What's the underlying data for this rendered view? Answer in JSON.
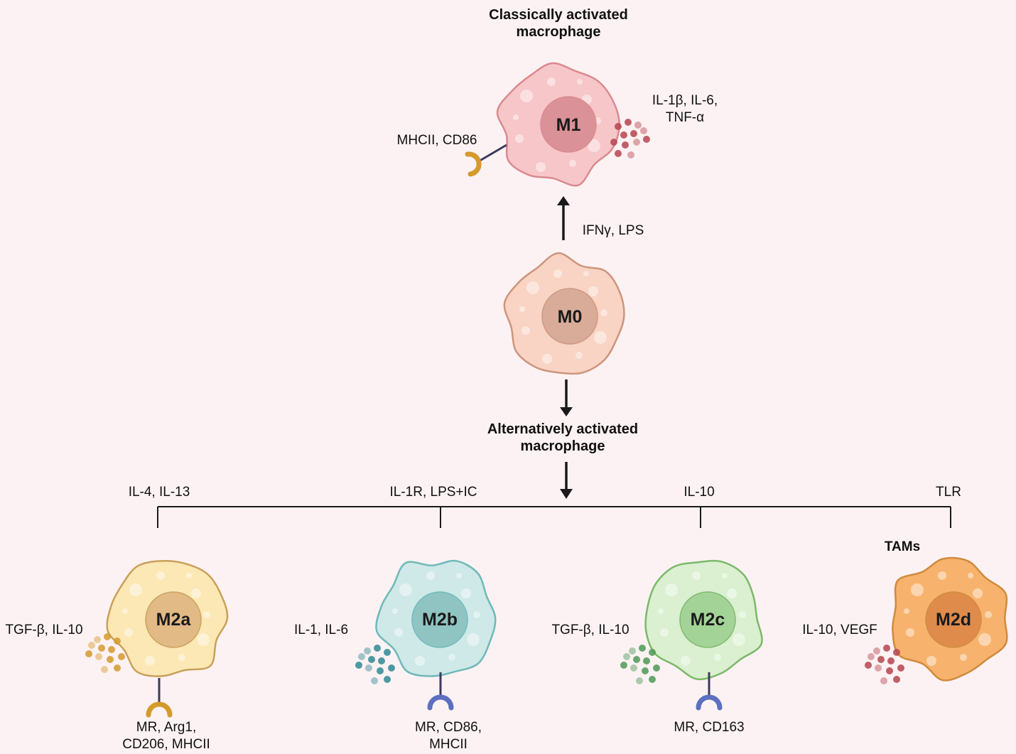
{
  "m1": {
    "title_line1": "Classically activated",
    "title_line2": "macrophage",
    "label": "M1",
    "receptor_label": "MHCII, CD86",
    "cytokines_line1": "IL-1β, IL-6,",
    "cytokines_line2": "TNF-α",
    "colors": {
      "body": "#f7c6c9",
      "outline": "#d98a8e",
      "nucleus": "#d98f95",
      "secreted": "#b5454f"
    }
  },
  "m0": {
    "label": "M0",
    "stimulus_label": "IFNγ, LPS",
    "colors": {
      "body": "#f9d3c4",
      "outline": "#cc957c",
      "nucleus": "#d8aa98"
    }
  },
  "alt": {
    "title_line1": "Alternatively activated",
    "title_line2": "macrophage"
  },
  "branches": [
    {
      "stimulus": "IL-4, IL-13",
      "label": "M2a",
      "secreted": "TGF-β, IL-10",
      "receptor_line1": "MR, Arg1,",
      "receptor_line2": "CD206, MHCII",
      "colors": {
        "body": "#fbe8b5",
        "outline": "#c9a05a",
        "nucleus": "#e0b884",
        "secreted": "#d49a2c",
        "receptor": "#d49a2c"
      }
    },
    {
      "stimulus": "IL-1R, LPS+IC",
      "label": "M2b",
      "secreted": "IL-1, IL-6",
      "receptor_line1": "MR, CD86,",
      "receptor_line2": "MHCII",
      "colors": {
        "body": "#cfe8e8",
        "outline": "#6fb8b9",
        "nucleus": "#8cc3c0",
        "secreted": "#2f8a94",
        "receptor": "#5d6fbf"
      }
    },
    {
      "stimulus": "IL-10",
      "label": "M2c",
      "secreted": "TGF-β, IL-10",
      "receptor_line1": "MR, CD163",
      "receptor_line2": "",
      "colors": {
        "body": "#daf0d0",
        "outline": "#7cb86a",
        "nucleus": "#a2d296",
        "secreted": "#4c9a56",
        "receptor": "#5d6fbf"
      }
    },
    {
      "stimulus": "TLR",
      "label": "M2d",
      "title": "TAMs",
      "secreted": "IL-10, VEGF",
      "colors": {
        "body": "#f7b36d",
        "outline": "#d08a3d",
        "nucleus": "#dd894a",
        "secreted": "#b5454f"
      }
    }
  ]
}
